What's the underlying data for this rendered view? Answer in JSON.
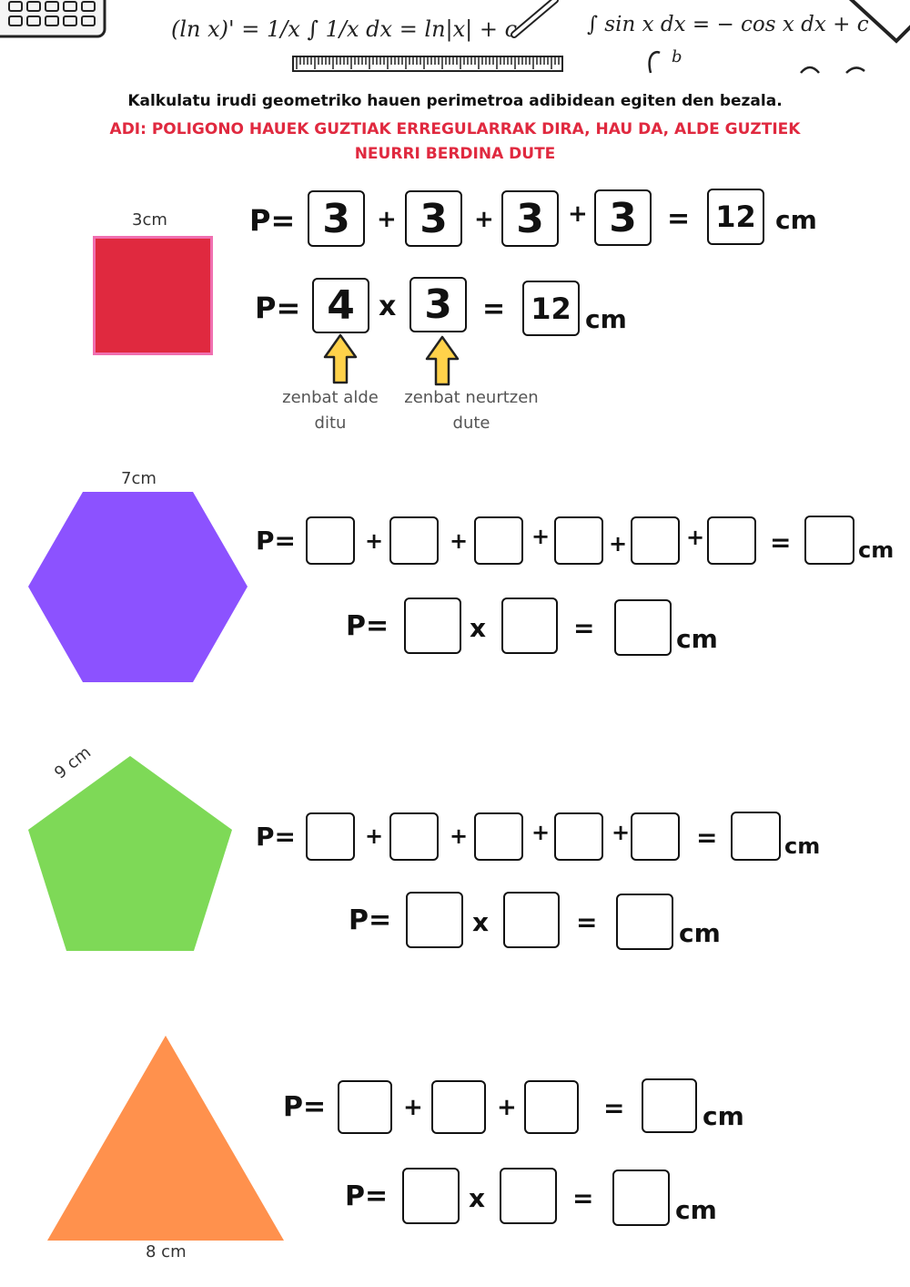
{
  "header": {
    "formula_ln": "(ln x)' = 1/x   ∫ 1/x dx = ln|x| + c",
    "formula_sin": "∫ sin x dx = − cos x dx + c"
  },
  "instructions": {
    "line1": "Kalkulatu irudi geometriko hauen perimetroa adibidean egiten den bezala.",
    "line2": "ADI: POLIGONO HAUEK GUZTIAK ERREGULARRAK DIRA, HAU DA, ALDE GUZTIEK",
    "line3": "NEURRI BERDINA DUTE"
  },
  "colors": {
    "square": "#e0293f",
    "square_border": "#f06fb0",
    "hexagon": "#8c52ff",
    "pentagon": "#7ed957",
    "triangle": "#ff914d",
    "arrow": "#ffd24a",
    "warning": "#e0293f"
  },
  "common": {
    "p_label": "P=",
    "plus": "+",
    "times": "x",
    "equals": "=",
    "unit": "cm"
  },
  "example": {
    "side_label": "3cm",
    "sum_values": [
      "3",
      "3",
      "3",
      "3"
    ],
    "sum_result": "12",
    "mult_sides": "4",
    "mult_length": "3",
    "mult_result": "12",
    "caption_sides": "zenbat alde\nditu",
    "caption_length": "zenbat neurtzen\ndute"
  },
  "hexagon": {
    "side_label": "7cm"
  },
  "pentagon": {
    "side_label": "9 cm"
  },
  "triangle": {
    "side_label": "8 cm"
  }
}
